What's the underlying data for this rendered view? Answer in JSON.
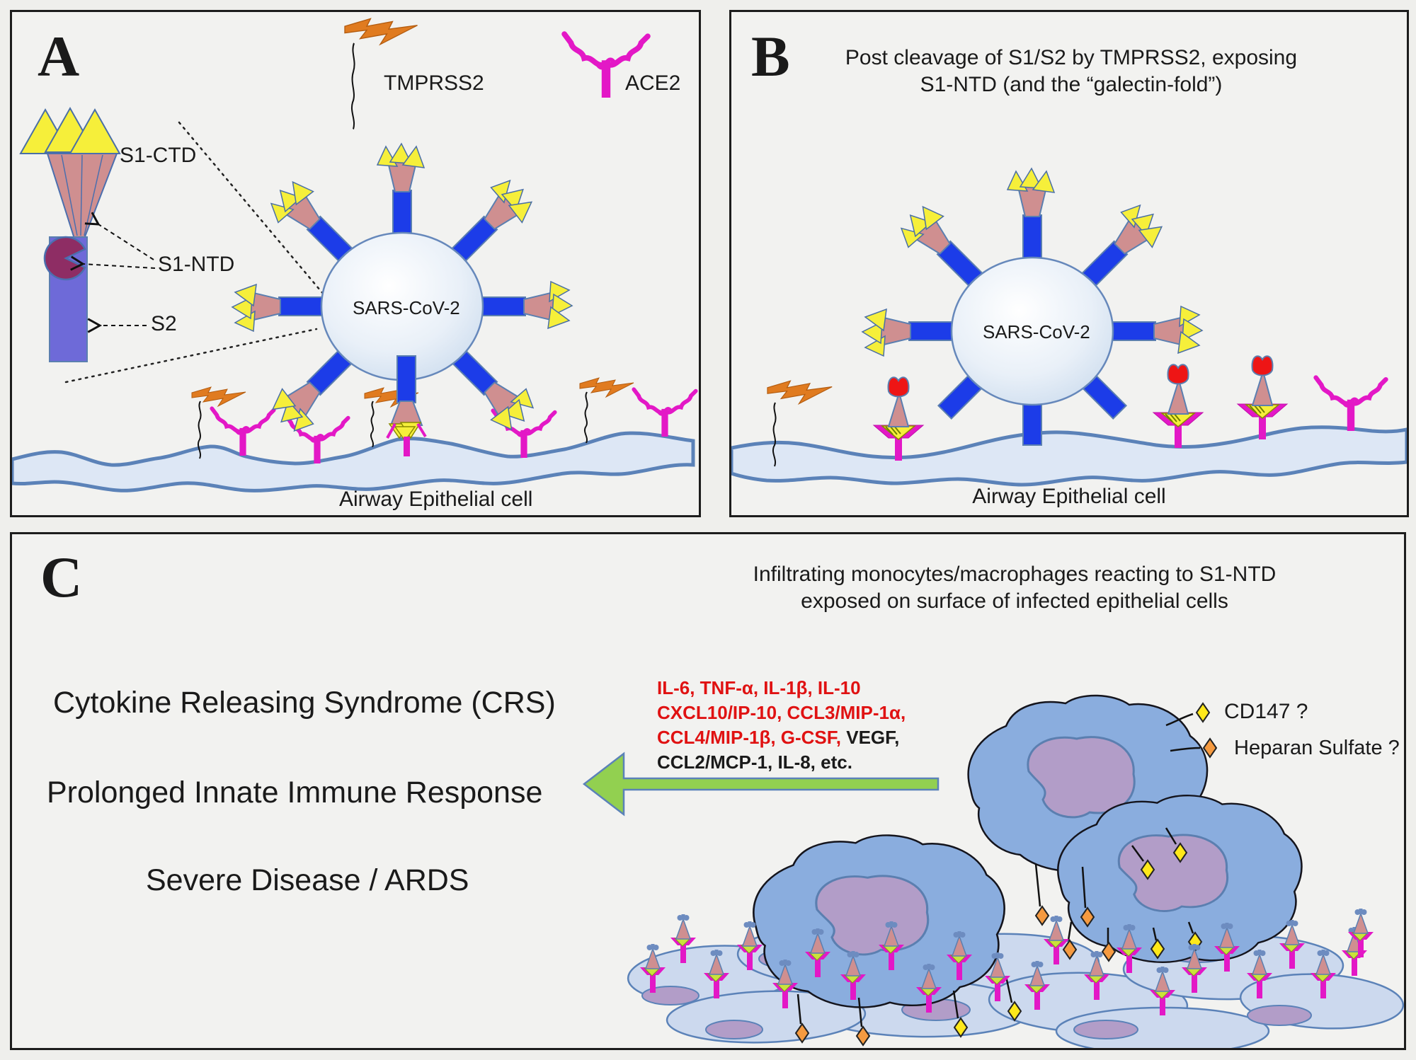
{
  "panels": {
    "a": {
      "letter": "A",
      "tmprss2_label": "TMPRSS2",
      "ace2_label": "ACE2",
      "s1_ctd_label": "S1-CTD",
      "s1_ntd_label": "S1-NTD",
      "s2_label": "S2",
      "virus_label": "SARS-CoV-2",
      "cell_label": "Airway Epithelial cell"
    },
    "b": {
      "letter": "B",
      "title_line1": "Post cleavage of S1/S2 by TMPRSS2, exposing",
      "title_line2": "S1-NTD (and the “galectin-fold”)",
      "virus_label": "SARS-CoV-2",
      "cell_label": "Airway Epithelial cell"
    },
    "c": {
      "letter": "C",
      "title_line1": "Infiltrating monocytes/macrophages reacting to S1-NTD",
      "title_line2": "exposed on surface of infected epithelial cells",
      "outcome1": "Cytokine Releasing Syndrome (CRS)",
      "outcome2": "Prolonged Innate Immune Response",
      "outcome3": "Severe Disease / ARDS",
      "cytokines": {
        "line1": "IL-6, TNF-α, IL-1β, IL-10",
        "line2": "CXCL10/IP-10, CCL3/MIP-1α,",
        "line3_red": "CCL4/MIP-1β, G-CSF,",
        "line3_black": " VEGF,",
        "line4": "CCL2/MCP-1, IL-8, etc.",
        "red_color": "#e01212",
        "black_color": "#1a1a1a"
      },
      "cd147_label": "CD147 ?",
      "heparan_label": "Heparan Sulfate ?"
    },
    "colors": {
      "spike_stem_blue": "#1c3ce8",
      "spike_body_salmon": "#cf8f90",
      "spike_tip_yellow": "#f6ef3a",
      "s1ntd_maroon": "#8e2d64",
      "s2_periwinkle": "#6e6ad8",
      "ace2_magenta": "#e318c6",
      "tmprss2_orange": "#e07b20",
      "exposed_ntd_red": "#ee1515",
      "membrane_blue": "#5b82b8",
      "arrow_green": "#92d050",
      "cd147_yellow": "#ffe81a",
      "heparan_orange": "#f59a40",
      "macrophage_blue": "#8aadde",
      "nucleus_purple": "#b29dc8"
    }
  }
}
